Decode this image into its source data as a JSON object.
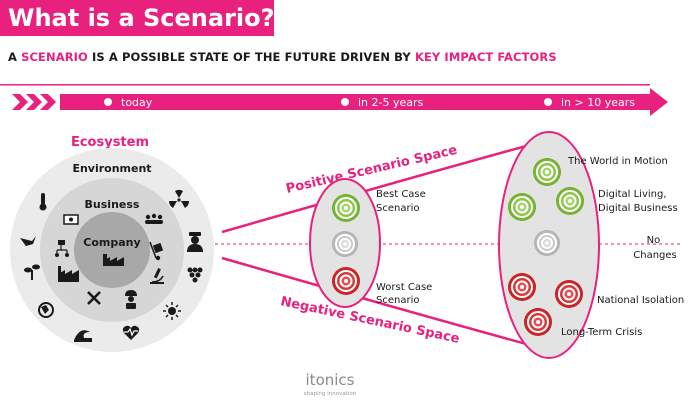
{
  "title": "What is a Scenario?",
  "subtitle": {
    "part1": "A ",
    "highlight1": "SCENARIO",
    "part2": " IS A POSSIBLE STATE OF THE FUTURE DRIVEN BY ",
    "highlight2": "KEY IMPACT FACTORS"
  },
  "timeline": {
    "labels": [
      "today",
      "in 2-5 years",
      "in > 10 years"
    ]
  },
  "ecosystem": {
    "title": "Ecosystem",
    "rings": [
      "Environment",
      "Business",
      "Company"
    ],
    "icons": [
      "thermometer-icon",
      "bird-icon",
      "plant-icon",
      "globe-icon",
      "wave-icon",
      "heart-rate-icon",
      "sun-icon",
      "grapes-icon",
      "microscope-icon",
      "police-officer-icon",
      "radiation-icon",
      "people-icon",
      "factory-icon",
      "tools-icon",
      "worker-icon",
      "handcart-icon",
      "money-icon",
      "network-icon"
    ]
  },
  "scenario_space": {
    "positive_label": "Positive Scenario Space",
    "negative_label": "Negative Scenario Space",
    "mid_labels": {
      "best": "Best Case\nScenario",
      "worst": "Worst Case\nScenario"
    },
    "far_labels": {
      "world_in_motion": "The World in Motion",
      "digital_living": "Digital Living,\nDigital Business",
      "no_changes": "No\nChanges",
      "national_isolation": "National Isolation",
      "long_term_crisis": "Long-Term Crisis"
    }
  },
  "logo": {
    "name": "itonics",
    "tagline": "shaping innovation"
  },
  "colors": {
    "accent": "#e8217f",
    "green": "#8dc63f",
    "red": "#d7282f",
    "grey": "#bfbfbf"
  }
}
